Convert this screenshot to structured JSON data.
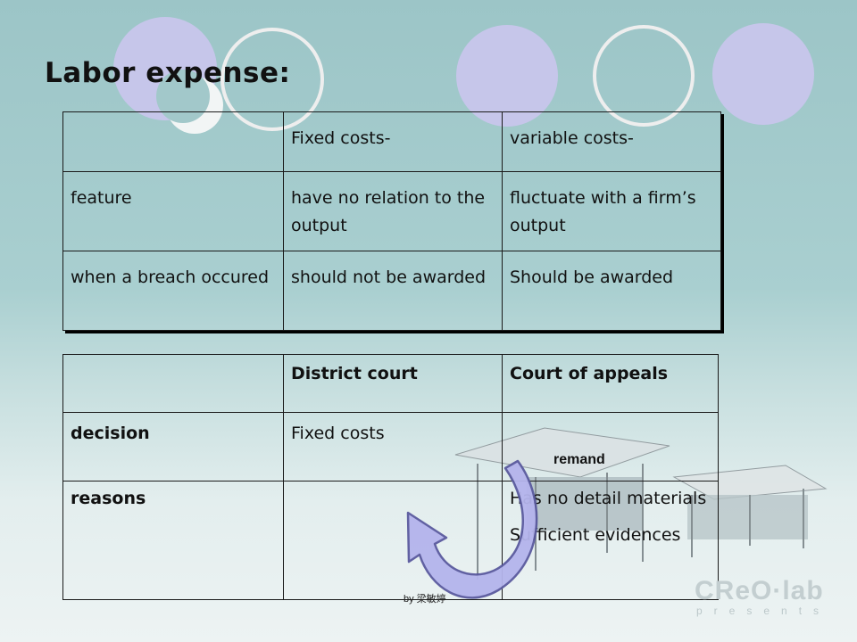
{
  "title": "Labor expense:",
  "cost_table": {
    "header": [
      "",
      "Fixed costs-",
      "variable costs-"
    ],
    "rows": [
      [
        "feature",
        "have no relation to the output",
        "fluctuate with a firm’s output"
      ],
      [
        "when a breach occured",
        "should not be awarded",
        "Should be awarded"
      ]
    ]
  },
  "court_table": {
    "header": [
      "",
      "District court",
      "Court of appeals"
    ],
    "rows": [
      {
        "label": "decision",
        "district": "Fixed costs",
        "appeals": ""
      },
      {
        "label": "reasons",
        "district": "",
        "appeals_1": "Has no detail materials",
        "appeals_2": "Sufficient evidences"
      }
    ]
  },
  "arrow_label": "remand",
  "credit": "by 梁敏婷",
  "logo": {
    "brand": "CReO·lab",
    "tagline": "presents"
  },
  "colors": {
    "court_header": "#e8141c",
    "arrow_fill": "#b4b4ec",
    "arrow_stroke": "#5a5a9e"
  }
}
